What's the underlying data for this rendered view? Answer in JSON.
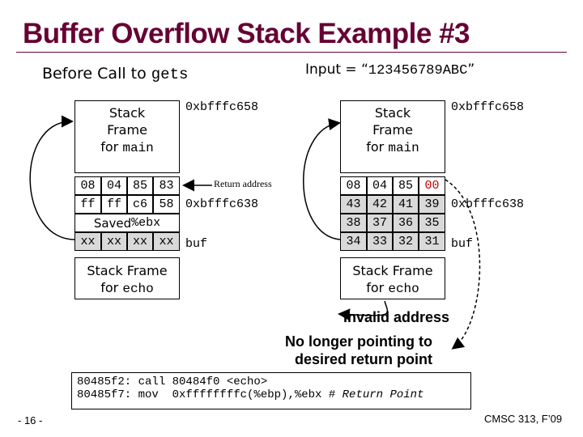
{
  "title": "Buffer Overflow Stack Example #3",
  "left": {
    "heading_text": "Before Call to ",
    "heading_code": "gets",
    "frame_line1": "Stack",
    "frame_line2": "Frame",
    "frame_line3_text": "for ",
    "frame_line3_code": "main",
    "top_addr": "0xbfffc658",
    "return_label": "Return address",
    "rows": [
      [
        "08",
        "04",
        "85",
        "83"
      ],
      [
        "ff",
        "ff",
        "c6",
        "58"
      ],
      [
        "xx",
        "xx",
        "xx",
        "xx"
      ]
    ],
    "saved_text": "Saved ",
    "saved_code": "%ebx",
    "ebp_addr": "0xbfffc638",
    "buf_label": "buf",
    "echo_line1": "Stack Frame",
    "echo_line2_text": "for ",
    "echo_line2_code": "echo"
  },
  "right": {
    "heading_prefix": "Input = “",
    "heading_code": "123456789ABC",
    "heading_suffix": "”",
    "frame_line1": "Stack",
    "frame_line2": "Frame",
    "frame_line3_text": "for ",
    "frame_line3_code": "main",
    "top_addr": "0xbfffc658",
    "rows": [
      [
        "08",
        "04",
        "85",
        "00"
      ],
      [
        "43",
        "42",
        "41",
        "39"
      ],
      [
        "38",
        "37",
        "36",
        "35"
      ],
      [
        "34",
        "33",
        "32",
        "31"
      ]
    ],
    "ebp_addr": "0xbfffc638",
    "buf_label": "buf",
    "echo_line1": "Stack Frame",
    "echo_line2_text": "for ",
    "echo_line2_code": "echo"
  },
  "notes": {
    "invalid": "Invalid address",
    "no_longer": "No longer pointing to",
    "desired": "desired return point"
  },
  "code": {
    "line1": "80485f2: call 80484f0 <echo>",
    "line2_prefix": "80485f7: mov  0xffffffffc(%ebp),%ebx # ",
    "line2_comment": "Return Point"
  },
  "footer": {
    "page": "- 16 -",
    "course": "CMSC 313, F’09"
  },
  "colors": {
    "title": "#660033",
    "highlight": "#c00000",
    "cell_shade": "#d9d9d9"
  }
}
